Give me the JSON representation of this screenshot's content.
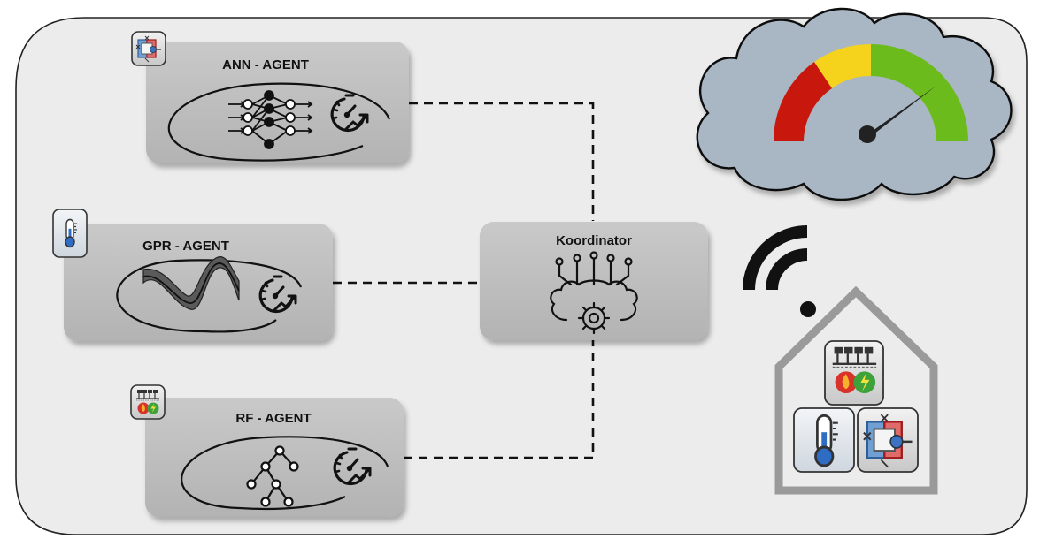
{
  "agents": [
    {
      "id": "ann",
      "label": "ANN - AGENT"
    },
    {
      "id": "gpr",
      "label": "GPR - AGENT"
    },
    {
      "id": "rf",
      "label": "RF - AGENT"
    }
  ],
  "coordinator": {
    "label": "Koordinator"
  },
  "colors": {
    "panel_bg": "#ececec",
    "box_bg": "#bebebe",
    "cloud": "#a9b6c4",
    "gauge_red": "#c8170d",
    "gauge_yellow": "#f5d21c",
    "gauge_green": "#6cbb1d",
    "house": "#9a9a9a",
    "heat_red": "#c9252c",
    "cool_blue": "#4a86c8"
  },
  "icons": {
    "ann_badge": "heat-exchanger-icon",
    "gpr_badge": "thermometer-icon",
    "rf_badge": "energy-meter-icon",
    "ann_model": "neural-network-icon",
    "gpr_model": "gaussian-process-icon",
    "rf_model": "decision-tree-icon",
    "performance": "speedometer-icon",
    "coordinator": "brain-gear-icon",
    "wireless": "wifi-icon",
    "cloud_gauge": "gauge-icon"
  }
}
